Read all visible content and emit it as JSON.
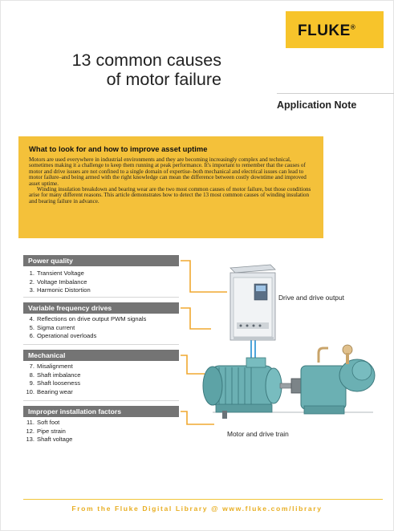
{
  "brand": {
    "name": "FLUKE",
    "mark": "®",
    "color": "#f7c42b"
  },
  "document": {
    "title_line1": "13 common causes",
    "title_line2": "of motor failure",
    "type": "Application Note"
  },
  "intro": {
    "heading": "What to look for and how to improve asset uptime",
    "paragraph1": "Motors are used everywhere in industrial environments and they are becoming increasingly complex and technical, sometimes making it a challenge to keep them running at peak performance. It's important to remember that the causes of motor and drive issues are not confined to a single domain of expertise–both mechanical and electrical issues can lead to motor failure–and being armed with the right knowledge can mean the difference between costly downtime and improved asset uptime.",
    "paragraph2": "Winding insulation breakdown and bearing wear are the two most common causes of motor failure, but those conditions arise for many different reasons. This article demonstrates how to detect the 13 most common causes of winding insulation and bearing failure in advance."
  },
  "sections": [
    {
      "title": "Power quality",
      "items": [
        {
          "num": "1.",
          "text": "Transient Voltage"
        },
        {
          "num": "2.",
          "text": "Voltage Imbalance"
        },
        {
          "num": "3.",
          "text": "Harmonic Distortion"
        }
      ]
    },
    {
      "title": "Variable frequency drives",
      "items": [
        {
          "num": "4.",
          "text": "Reflections on drive output PWM signals"
        },
        {
          "num": "5.",
          "text": "Sigma current"
        },
        {
          "num": "6.",
          "text": "Operational overloads"
        }
      ]
    },
    {
      "title": "Mechanical",
      "items": [
        {
          "num": "7.",
          "text": "Misalignment"
        },
        {
          "num": "8.",
          "text": "Shaft imbalance"
        },
        {
          "num": "9.",
          "text": "Shaft looseness"
        },
        {
          "num": "10.",
          "text": "Bearing wear"
        }
      ]
    },
    {
      "title": "Improper installation factors",
      "items": [
        {
          "num": "11.",
          "text": "Soft foot"
        },
        {
          "num": "12.",
          "text": "Pipe strain"
        },
        {
          "num": "13.",
          "text": "Shaft voltage"
        }
      ]
    }
  ],
  "figure": {
    "drive_label": "Drive and drive output",
    "motor_label": "Motor and drive train"
  },
  "footer": {
    "text": "From the Fluke Digital Library @ www.fluke.com/library"
  }
}
